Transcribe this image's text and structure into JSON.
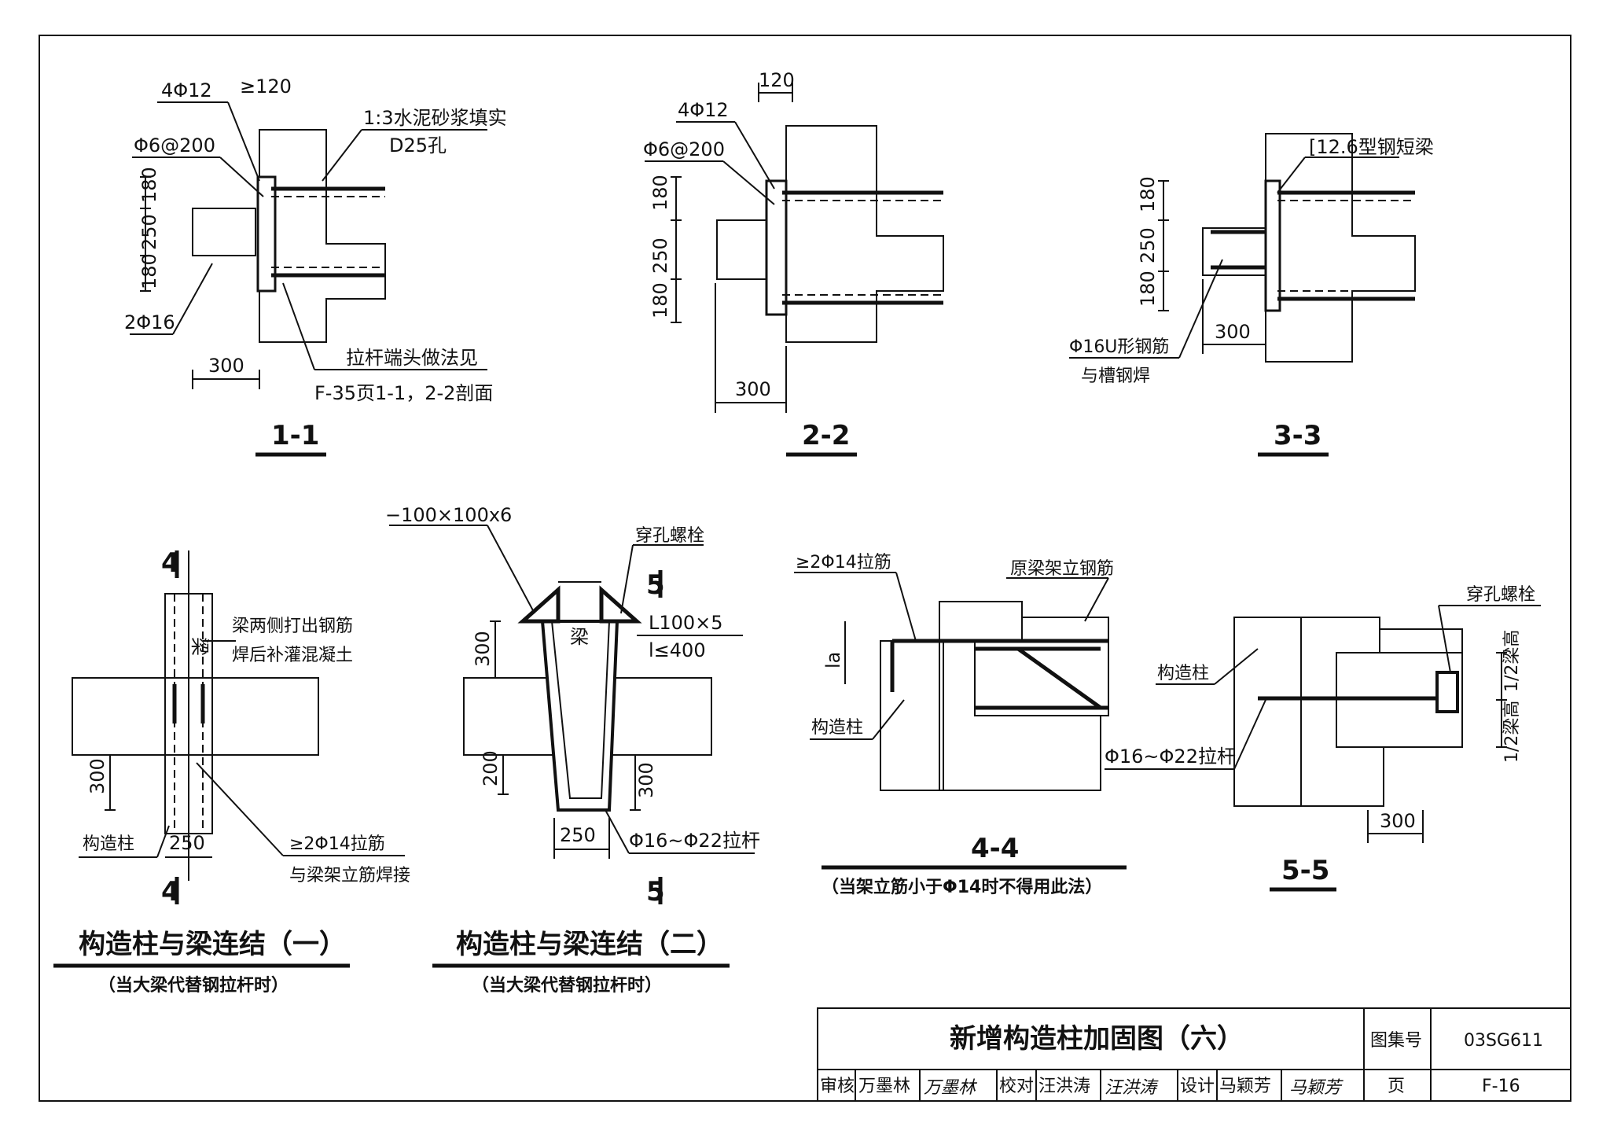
{
  "section_1_1": {
    "title": "1-1",
    "labels": {
      "top_bars": "4Φ12",
      "min_120": "≥120",
      "grout": "1:3水泥砂浆填实",
      "hole": "D25孔",
      "stirrup": "Φ6@200",
      "dim_180a": "180",
      "dim_250": "250",
      "dim_180b": "180",
      "bottom_bars": "2Φ16",
      "width_300": "300",
      "end_detail_1": "拉杆端头做法见",
      "end_detail_2": "F-35页1-1，2-2剖面"
    }
  },
  "section_2_2": {
    "title": "2-2",
    "labels": {
      "dim_120": "120",
      "top_bars": "4Φ12",
      "stirrup": "Φ6@200",
      "dim_180a": "180",
      "dim_250": "250",
      "dim_180b": "180",
      "width_300": "300"
    }
  },
  "section_3_3": {
    "title": "3-3",
    "labels": {
      "channel": "[12.6型钢短梁",
      "dim_180a": "180",
      "dim_250": "250",
      "dim_180b": "180",
      "width_300": "300",
      "u_bar_1": "Φ16U形钢筋",
      "u_bar_2": "与槽钢焊"
    }
  },
  "connection_1": {
    "caption": "构造柱与梁连结（一）",
    "subcaption": "（当大梁代替钢拉杆时）",
    "labels": {
      "cut_top": "4",
      "cut_bottom": "4",
      "beam": "梁",
      "note_1": "梁两侧打出钢筋",
      "note_2": "焊后补灌混凝土",
      "dim_300": "300",
      "column": "构造柱",
      "dim_250": "250",
      "tie_1": "≥2Φ14拉筋",
      "tie_2": "与梁架立筋焊接"
    }
  },
  "connection_2": {
    "caption": "构造柱与梁连结（二）",
    "subcaption": "（当大梁代替钢拉杆时）",
    "labels": {
      "plate": "−100×100x6",
      "bolt": "穿孔螺栓",
      "cut_top": "5",
      "cut_bottom": "5",
      "angle": "L100×5",
      "length": "l≤400",
      "beam": "梁",
      "dim_300a": "300",
      "dim_200": "200",
      "dim_300b": "300",
      "dim_250": "250",
      "rod": "Φ16~Φ22拉杆"
    }
  },
  "section_4_4": {
    "title": "4-4",
    "note": "（当架立筋小于Φ14时不得用此法）",
    "labels": {
      "tie": "≥2Φ14拉筋",
      "original": "原梁架立钢筋",
      "la": "la",
      "column": "构造柱"
    }
  },
  "section_5_5": {
    "title": "5-5",
    "labels": {
      "bolt": "穿孔螺栓",
      "column": "构造柱",
      "half_height": "1/2梁高",
      "rod": "Φ16~Φ22拉杆",
      "width_300": "300"
    }
  },
  "title_block": {
    "drawing_title": "新增构造柱加固图（六）",
    "atlas_label": "图集号",
    "atlas_no": "03SG611",
    "review_label": "审核",
    "reviewer": "万墨林",
    "reviewer_sig": "万墨林",
    "check_label": "校对",
    "checker": "汪洪涛",
    "checker_sig": "汪洪涛",
    "design_label": "设计",
    "designer": "马颖芳",
    "designer_sig": "马颖芳",
    "page_label": "页",
    "page_no": "F-16"
  }
}
